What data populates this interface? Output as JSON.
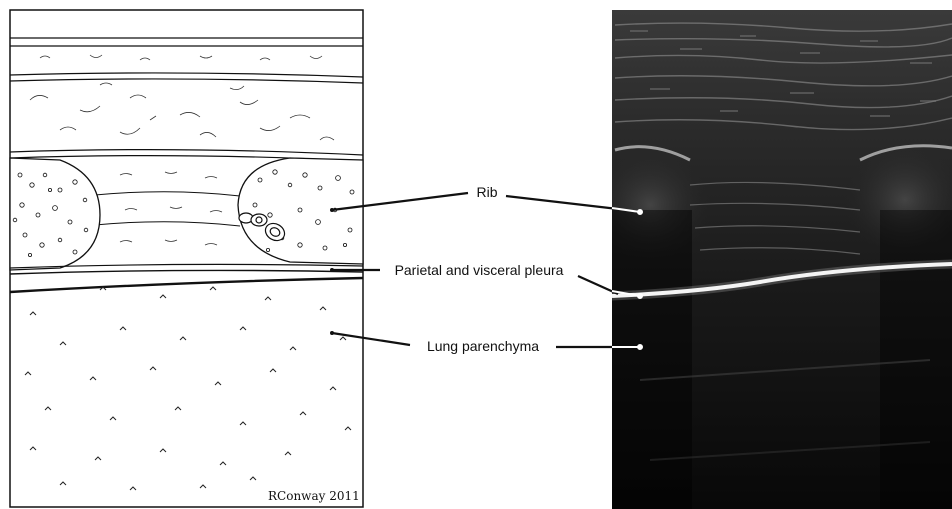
{
  "labels": {
    "rib": "Rib",
    "pleura": "Parietal and visceral pleura",
    "lung": "Lung parenchyma"
  },
  "signature": "RConway 2011",
  "colors": {
    "ink": "#111111",
    "paper": "#ffffff",
    "ultrasound_dark": "#0b0b0b",
    "pleural_line": "#eeeeee"
  }
}
